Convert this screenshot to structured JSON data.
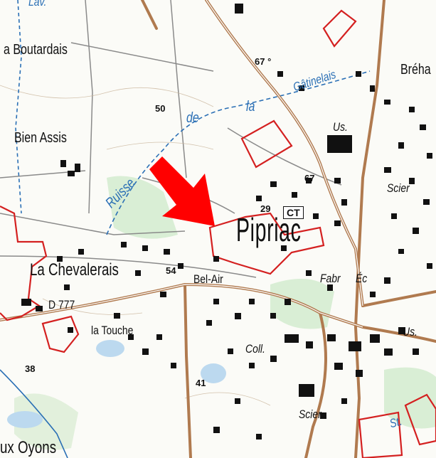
{
  "map": {
    "labels": {
      "boutardais": "a Boutardais",
      "bien_assis": "Bien Assis",
      "la_chevalerais": "La Chevalerais",
      "la_touche": "la Touche",
      "bel_air": "Bel-Air",
      "piriac": "Pipriac",
      "coll": "Coll.",
      "scier_bottom": "Scier.",
      "scier_right": "Scier",
      "us_top": "Us.",
      "us_right": "Us.",
      "fabr": "Fabr",
      "ec": "Éc",
      "ct": "CT",
      "breho": "Bréha",
      "oyons": "ux Oyons",
      "lav": "Lav.",
      "ruisseau": "Ruisse",
      "de": "de",
      "la": "la",
      "gatinelais": "Gâtinelais",
      "st": "St.",
      "road_d": "D 777",
      "elev_67_top": "67 °",
      "elev_50": "50",
      "elev_67": "67",
      "elev_29": "29",
      "elev_54": "54",
      "elev_38": "38",
      "elev_41": "41"
    },
    "colors": {
      "road": "#b07a4f",
      "boundary": "#d42020",
      "water": "#2a6fb5",
      "arrow": "#ff0000",
      "vegetation": "#d9eed5"
    },
    "arrow_icon": "red-arrow-pointing-southeast"
  }
}
